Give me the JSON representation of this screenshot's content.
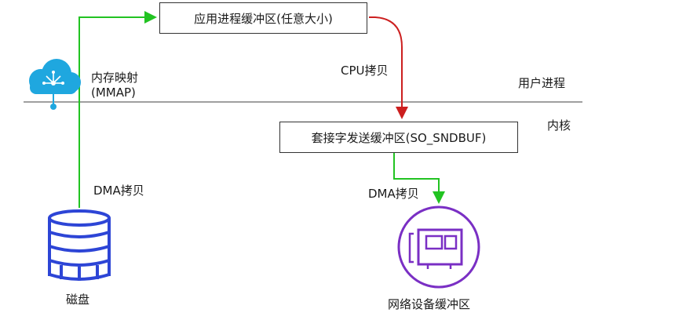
{
  "diagram": {
    "user_buffer": "应用进程缓冲区(任意大小)",
    "socket_buffer": "套接字发送缓冲区(SO_SNDBUF)",
    "cpu_copy": "CPU拷贝",
    "mmap_line1": "内存映射",
    "mmap_line2": "(MMAP)",
    "user_process": "用户进程",
    "kernel": "内核",
    "dma_copy_left": "DMA拷贝",
    "dma_copy_right": "DMA拷贝",
    "disk": "磁盘",
    "nic_buffer": "网络设备缓冲区"
  },
  "colors": {
    "green_arrow": "#22c322",
    "red_arrow": "#cc1f1f",
    "cloud": "#1fa7df",
    "disk": "#2d45d6",
    "nic": "#7a2fc4",
    "divider": "#666666"
  },
  "icons": {
    "cloud": "cloud-network-icon",
    "disk": "database-disk-icon",
    "nic": "network-card-icon"
  }
}
